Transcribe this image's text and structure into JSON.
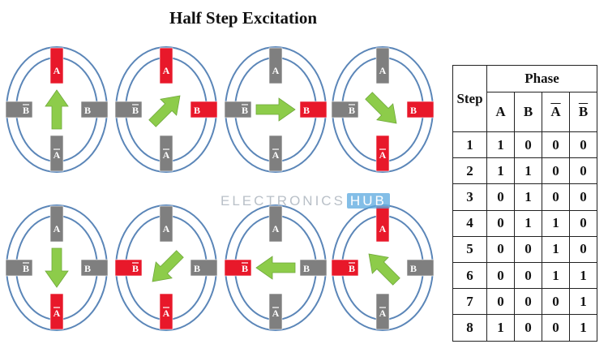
{
  "title": "Half Step Excitation",
  "watermark": {
    "text": "ELECTRONICS",
    "badge": "HUB"
  },
  "colors": {
    "active": "#e8182a",
    "inactive": "#7f7f7f",
    "ring": "#5b86b8",
    "arrow": "#8dcc4a"
  },
  "labels": {
    "a": "A",
    "b": "B",
    "a_bar": "A",
    "b_bar": "B"
  },
  "steps": [
    {
      "step": "1",
      "active": [
        "A"
      ],
      "arrow": "up"
    },
    {
      "step": "2",
      "active": [
        "A",
        "B"
      ],
      "arrow": "up-right"
    },
    {
      "step": "3",
      "active": [
        "B"
      ],
      "arrow": "right"
    },
    {
      "step": "4",
      "active": [
        "B",
        "A_bar"
      ],
      "arrow": "down-right"
    },
    {
      "step": "5",
      "active": [
        "A_bar"
      ],
      "arrow": "down"
    },
    {
      "step": "6",
      "active": [
        "A_bar",
        "B_bar"
      ],
      "arrow": "down-left"
    },
    {
      "step": "7",
      "active": [
        "B_bar"
      ],
      "arrow": "left"
    },
    {
      "step": "8",
      "active": [
        "B_bar",
        "A"
      ],
      "arrow": "up-left"
    }
  ],
  "table": {
    "header_step": "Step",
    "header_phase": "Phase",
    "columns": [
      "A",
      "B",
      "A",
      "B"
    ],
    "rows": [
      [
        "1",
        "1",
        "0",
        "0",
        "0"
      ],
      [
        "2",
        "1",
        "1",
        "0",
        "0"
      ],
      [
        "3",
        "0",
        "1",
        "0",
        "0"
      ],
      [
        "4",
        "0",
        "1",
        "1",
        "0"
      ],
      [
        "5",
        "0",
        "0",
        "1",
        "0"
      ],
      [
        "6",
        "0",
        "0",
        "1",
        "1"
      ],
      [
        "7",
        "0",
        "0",
        "0",
        "1"
      ],
      [
        "8",
        "1",
        "0",
        "0",
        "1"
      ]
    ]
  }
}
